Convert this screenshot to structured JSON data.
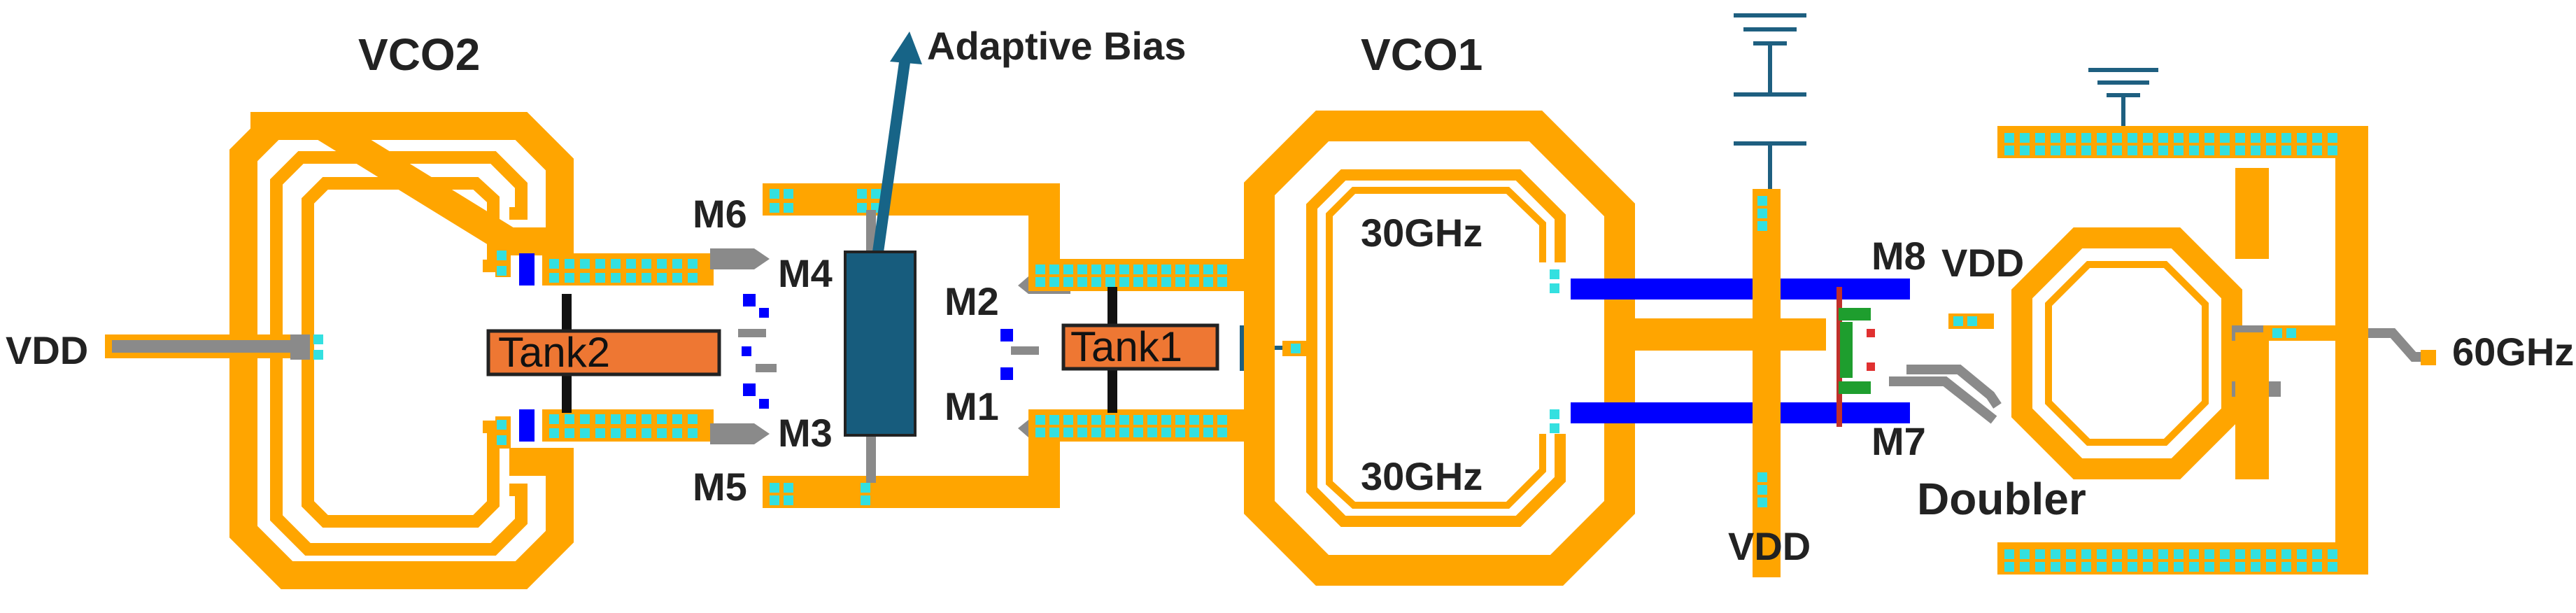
{
  "labels": {
    "vco2": "VCO2",
    "vco1": "VCO1",
    "adaptive_bias": "Adaptive Bias",
    "vdd_left": "VDD",
    "vdd_right_top": "VDD",
    "vdd_bottom": "VDD",
    "tank2": "Tank2",
    "tank1": "Tank1",
    "m1": "M1",
    "m2": "M2",
    "m3": "M3",
    "m4": "M4",
    "m5": "M5",
    "m6": "M6",
    "m7": "M7",
    "m8": "M8",
    "freq_top": "30GHz",
    "freq_bottom": "30GHz",
    "doubler": "Doubler",
    "output": "60GHz"
  },
  "colors": {
    "metal_orange": "#FFA500",
    "via_cyan": "#33E0E0",
    "line_blue": "#0000FF",
    "tank_fill": "#EE7733",
    "bias_block": "#175C7D",
    "bias_arrow": "#176487",
    "gray_line": "#8A8A8A",
    "ground_symbol": "#1E5F80",
    "transistor_green": "#1E9E2E",
    "transistor_red": "#E03030"
  }
}
